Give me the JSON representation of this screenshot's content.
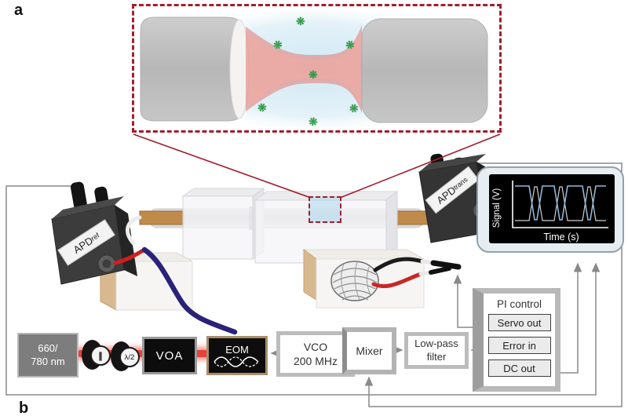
{
  "figure": {
    "panel_a": "a",
    "panel_b": "b"
  },
  "inset": {
    "molecule_glyph": "❋"
  },
  "detectors": {
    "ref": {
      "name": "APD",
      "sub": "ref"
    },
    "trans": {
      "name": "APD",
      "sub": "trans"
    }
  },
  "oscilloscope": {
    "y_label": "Signal (V)",
    "x_label": "Time (s)"
  },
  "laser": {
    "line1": "660/",
    "line2": "780 nm"
  },
  "optics": {
    "polarizer_symbol": "∥",
    "waveplate_symbol": "λ/2",
    "voa_label": "VOA",
    "eom_label": "EOM"
  },
  "rf": {
    "vco_line1": "VCO",
    "vco_line2": "200 MHz",
    "mixer_label": "Mixer",
    "lpf_line1": "Low-pass",
    "lpf_line2": "filter"
  },
  "pi_control": {
    "title": "PI control",
    "servo_out": "Servo out",
    "error_in": "Error in",
    "dc_out": "DC out"
  },
  "colors": {
    "dashed_red": "#a01f2f",
    "beam_red": "#e8413a",
    "molecule_green": "#2e9e44",
    "trace_blue": "#8fb8d8",
    "fiber_blue": "#2a2278"
  }
}
